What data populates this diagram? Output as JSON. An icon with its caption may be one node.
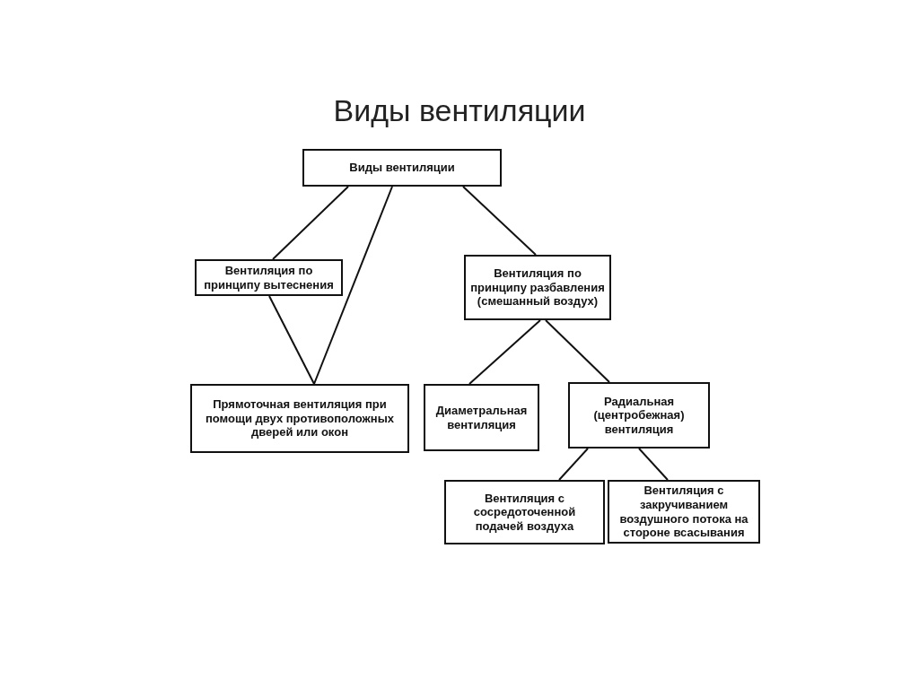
{
  "diagram": {
    "title": "Виды вентиляции",
    "nodes": [
      {
        "text": [
          "Виды вентиляции"
        ]
      },
      {
        "text": [
          "Вентиляция по принципу вытеснения"
        ]
      },
      {
        "text": [
          "Вентиляция по принципу разбавления (смешанный воздух)"
        ]
      },
      {
        "text": [
          "Прямоточная вентиляция при помощи двух противоположных дверей или окон"
        ]
      },
      {
        "text": [
          "Диаметральная вентиляция"
        ]
      },
      {
        "text": [
          "Радиальная (центробежная) вентиляция"
        ]
      },
      {
        "text": [
          "Вентиляция с сосредоточенной подачей воздуха"
        ]
      },
      {
        "text": [
          "Вентиляция с закручиванием воздушного потока на стороне всасывания"
        ]
      }
    ],
    "edges": [
      {
        "from": 0,
        "to": 1,
        "arrow": "none"
      },
      {
        "from": 0,
        "to": 3,
        "arrow": "none"
      },
      {
        "from": 0,
        "to": 2,
        "arrow": "none"
      },
      {
        "from": 1,
        "to": 3,
        "arrow": "none"
      },
      {
        "from": 2,
        "to": 4,
        "arrow": "none"
      },
      {
        "from": 2,
        "to": 5,
        "arrow": "none"
      },
      {
        "from": 5,
        "to": 6,
        "arrow": "none"
      },
      {
        "from": 5,
        "to": 7,
        "arrow": "none"
      }
    ]
  }
}
